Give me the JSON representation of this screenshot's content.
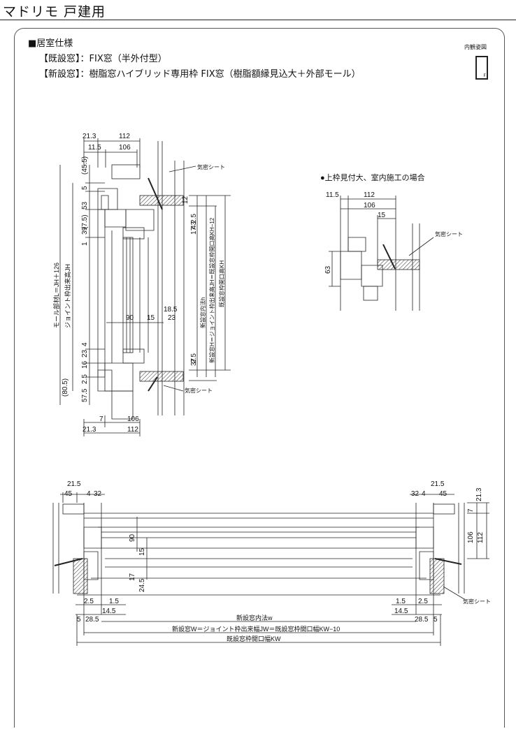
{
  "header": {
    "title": "マドリモ 戸建用"
  },
  "spec": {
    "heading": "■居室仕様",
    "existing_label": "【既設窓】",
    "existing_value": "：FIX窓（半外付型）",
    "new_label": "【新設窓】",
    "new_value": "：樹脂窓ハイブリッド専用枠 FIX窓（樹脂額縁見込大＋外部モール）"
  },
  "view_icon": {
    "label": "内観姿図",
    "letter": "F"
  },
  "section_vertical": {
    "dims_top": [
      "21.3",
      "112",
      "11.5",
      "106"
    ],
    "dims_left": [
      "(45.5)",
      "5",
      "53",
      "(7.5)",
      "1",
      "39",
      "23",
      "4",
      "16",
      "2.5",
      "57.5",
      "(80.5)"
    ],
    "dims_right": [
      "12",
      "17",
      "2.5",
      "43",
      "2.5",
      "37"
    ],
    "dims_inner": [
      "90",
      "15",
      "18.5",
      "23"
    ],
    "dims_bottom": [
      "7",
      "106",
      "21.3",
      "112"
    ],
    "vertical_labels": {
      "mold": "モール部材L＝JH＋126",
      "joint": "ジョイント枠出来高JH",
      "inner": "新設窓内法h",
      "new_h": "新設窓H＝ジョイント枠出来高JH＝既設窓枠開口高KH−12",
      "kh": "既設窓枠開口高KH"
    },
    "seal_label": "気密シート"
  },
  "section_detail": {
    "caption": "●上枠見付大、室内施工の場合",
    "dims": [
      "11.5",
      "112",
      "106",
      "15",
      "63"
    ],
    "seal_label": "気密シート"
  },
  "section_horizontal": {
    "dims_left_top": [
      "21.5",
      "45",
      "4",
      "32"
    ],
    "dims_right_top": [
      "21.5",
      "32",
      "4",
      "45"
    ],
    "dims_right_side": [
      "21.3",
      "7",
      "106",
      "112"
    ],
    "dims_center": [
      "90",
      "15",
      "17",
      "24.5"
    ],
    "dims_left_bottom": [
      "2.5",
      "1.5",
      "14.5",
      "5",
      "28.5"
    ],
    "dims_right_bottom": [
      "1.5",
      "2.5",
      "14.5",
      "28.5",
      "5"
    ],
    "labels": {
      "inner_w": "新設窓内法w",
      "new_w": "新設窓W＝ジョイント枠出来幅JW＝既設窓枠開口幅KW−10",
      "kw": "既設窓枠開口幅KW"
    },
    "seal_label": "気密シート"
  }
}
